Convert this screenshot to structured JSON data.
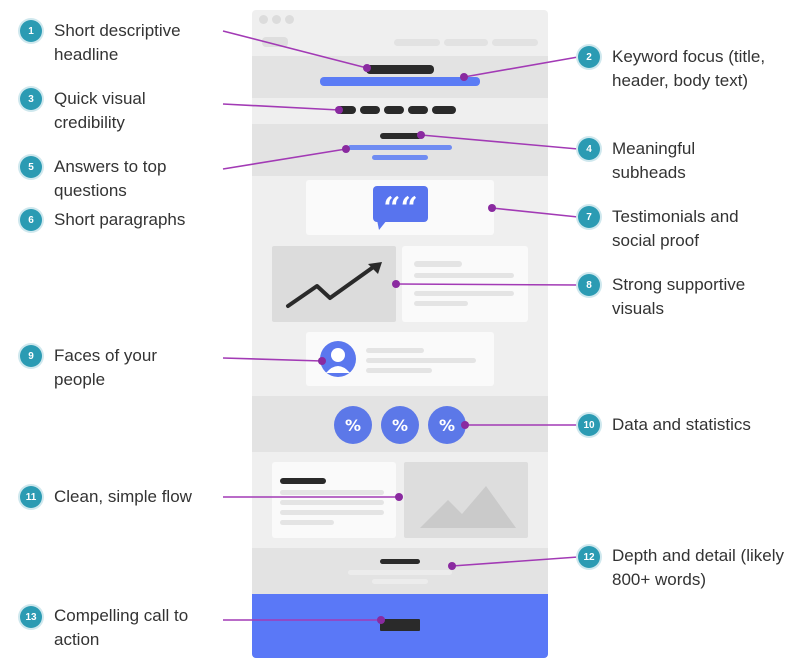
{
  "callouts": [
    {
      "num": "1",
      "text": "Short descriptive headline"
    },
    {
      "num": "2",
      "text": "Keyword focus (title, header, body text)"
    },
    {
      "num": "3",
      "text": "Quick visual credibility"
    },
    {
      "num": "4",
      "text": "Meaningful subheads"
    },
    {
      "num": "5",
      "text": "Answers to top questions"
    },
    {
      "num": "6",
      "text": "Short paragraphs"
    },
    {
      "num": "7",
      "text": "Testimonials and social proof"
    },
    {
      "num": "8",
      "text": "Strong supportive visuals"
    },
    {
      "num": "9",
      "text": "Faces of your people"
    },
    {
      "num": "10",
      "text": "Data and statistics"
    },
    {
      "num": "11",
      "text": "Clean, simple flow"
    },
    {
      "num": "12",
      "text": "Depth and detail (likely 800+ words)"
    },
    {
      "num": "13",
      "text": "Compelling call to action"
    }
  ],
  "mockup": {
    "quote_glyph": "““",
    "percent_glyph": "%"
  },
  "colors": {
    "badge": "#2b9bb3",
    "connector": "#a23ab5",
    "accent_blue": "#5b7cf5",
    "cta_blue": "#5a78f7"
  }
}
